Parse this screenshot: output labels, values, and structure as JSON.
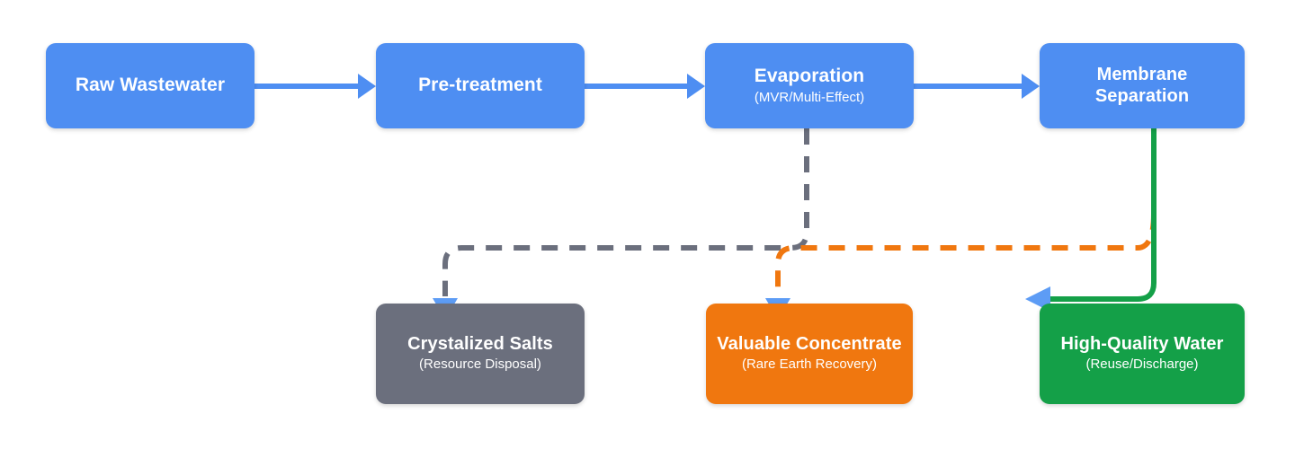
{
  "diagram": {
    "type": "process-flowchart",
    "background": "#ffffff",
    "colors": {
      "process": "#4e8ef2",
      "arrow_blue": "#4e8ef2",
      "waste": "#6b6f7d",
      "concentrate": "#f0770f",
      "water": "#14a048"
    },
    "nodes": [
      {
        "id": "raw",
        "title": "Raw Wastewater",
        "subtitle": "",
        "color": "#4e8ef2"
      },
      {
        "id": "pre",
        "title": "Pre-treatment",
        "subtitle": "",
        "color": "#4e8ef2"
      },
      {
        "id": "evap",
        "title": "Evaporation",
        "subtitle": "(MVR/Multi-Effect)",
        "color": "#4e8ef2"
      },
      {
        "id": "membrane",
        "title": "Membrane\nSeparation",
        "subtitle": "",
        "color": "#4e8ef2"
      },
      {
        "id": "salts",
        "title": "Crystalized Salts",
        "subtitle": "(Resource Disposal)",
        "color": "#6b6f7d"
      },
      {
        "id": "concentrate",
        "title": "Valuable Concentrate",
        "subtitle": "(Rare Earth Recovery)",
        "color": "#f0770f"
      },
      {
        "id": "water",
        "title": "High-Quality Water",
        "subtitle": "(Reuse/Discharge)",
        "color": "#14a048"
      }
    ],
    "edges": [
      {
        "id": "raw-to-pre",
        "from": "raw",
        "to": "pre",
        "style": "solid",
        "color": "#4e8ef2",
        "label": ""
      },
      {
        "id": "pre-to-evap",
        "from": "pre",
        "to": "evap",
        "style": "solid",
        "color": "#4e8ef2",
        "label": ""
      },
      {
        "id": "evap-to-membrane",
        "from": "evap",
        "to": "membrane",
        "style": "solid",
        "color": "#4e8ef2",
        "label": ""
      },
      {
        "id": "evap-to-salts",
        "from": "evap",
        "to": "salts",
        "style": "dashed",
        "color": "#6b6f7d",
        "label": ""
      },
      {
        "id": "membrane-to-concentrate",
        "from": "membrane",
        "to": "concentrate",
        "style": "dashed",
        "color": "#f0770f",
        "label": ""
      },
      {
        "id": "membrane-to-water",
        "from": "membrane",
        "to": "water",
        "style": "solid",
        "color": "#14a048",
        "label": ""
      }
    ]
  }
}
